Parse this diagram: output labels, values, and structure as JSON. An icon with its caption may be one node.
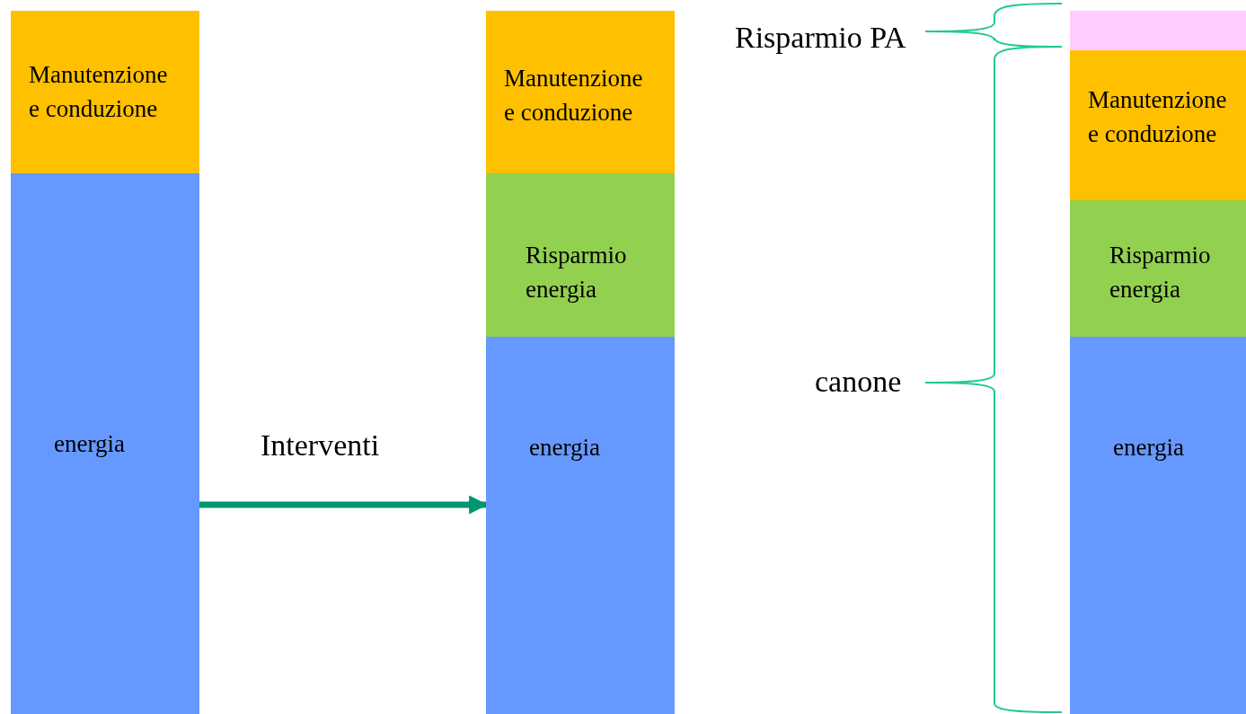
{
  "diagram": {
    "nodes": [
      {
        "text": [
          "Manutenzione e conduzione"
        ]
      },
      {
        "text": [
          "energia"
        ]
      },
      {
        "text": [
          "Manutenzione e conduzione"
        ]
      },
      {
        "text": [
          "Risparmio energia"
        ]
      },
      {
        "text": [
          "energia"
        ]
      },
      {
        "text": [],
        "shape": "box"
      },
      {
        "text": [
          "Manutenzione e conduzione"
        ]
      },
      {
        "text": [
          "Risparmio energia"
        ]
      },
      {
        "text": [
          "energia"
        ]
      }
    ],
    "edges": [
      {
        "from": 1,
        "to": 4,
        "arrow": "to",
        "label": "Interventi"
      }
    ],
    "labels": [
      "Risparmio PA",
      "canone"
    ]
  }
}
